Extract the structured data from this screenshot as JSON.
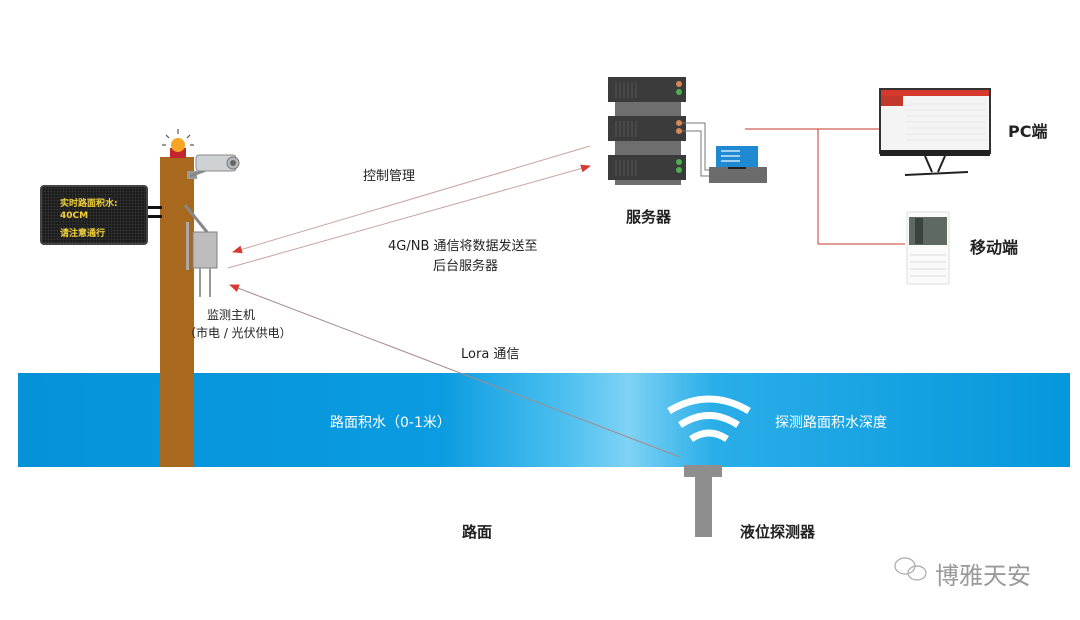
{
  "diagram": {
    "title": "路面积水监测系统示意",
    "led_display": {
      "lines": [
        "实时路面积水:",
        "40CM",
        "请注意通行"
      ],
      "text_color": "#f2d23c"
    },
    "monitor_host": {
      "label": "监测主机",
      "power_note": "（市电 / 光伏供电）"
    },
    "links": {
      "control": "控制管理",
      "uplink_line1": "4G/NB 通信将数据发送至",
      "uplink_line2": "后台服务器",
      "lora": "Lora 通信",
      "arrow_color": "#c0392b"
    },
    "server": {
      "label": "服务器"
    },
    "clients": {
      "pc": "PC端",
      "mobile": "移动端"
    },
    "water": {
      "range_label": "路面积水（0-1米）",
      "detect_label": "探测路面积水深度",
      "color": "#0592d9"
    },
    "road": {
      "label": "路面"
    },
    "sensor": {
      "label": "液位探测器"
    },
    "watermark": "博雅天安",
    "pole_color": "#a8691f"
  }
}
